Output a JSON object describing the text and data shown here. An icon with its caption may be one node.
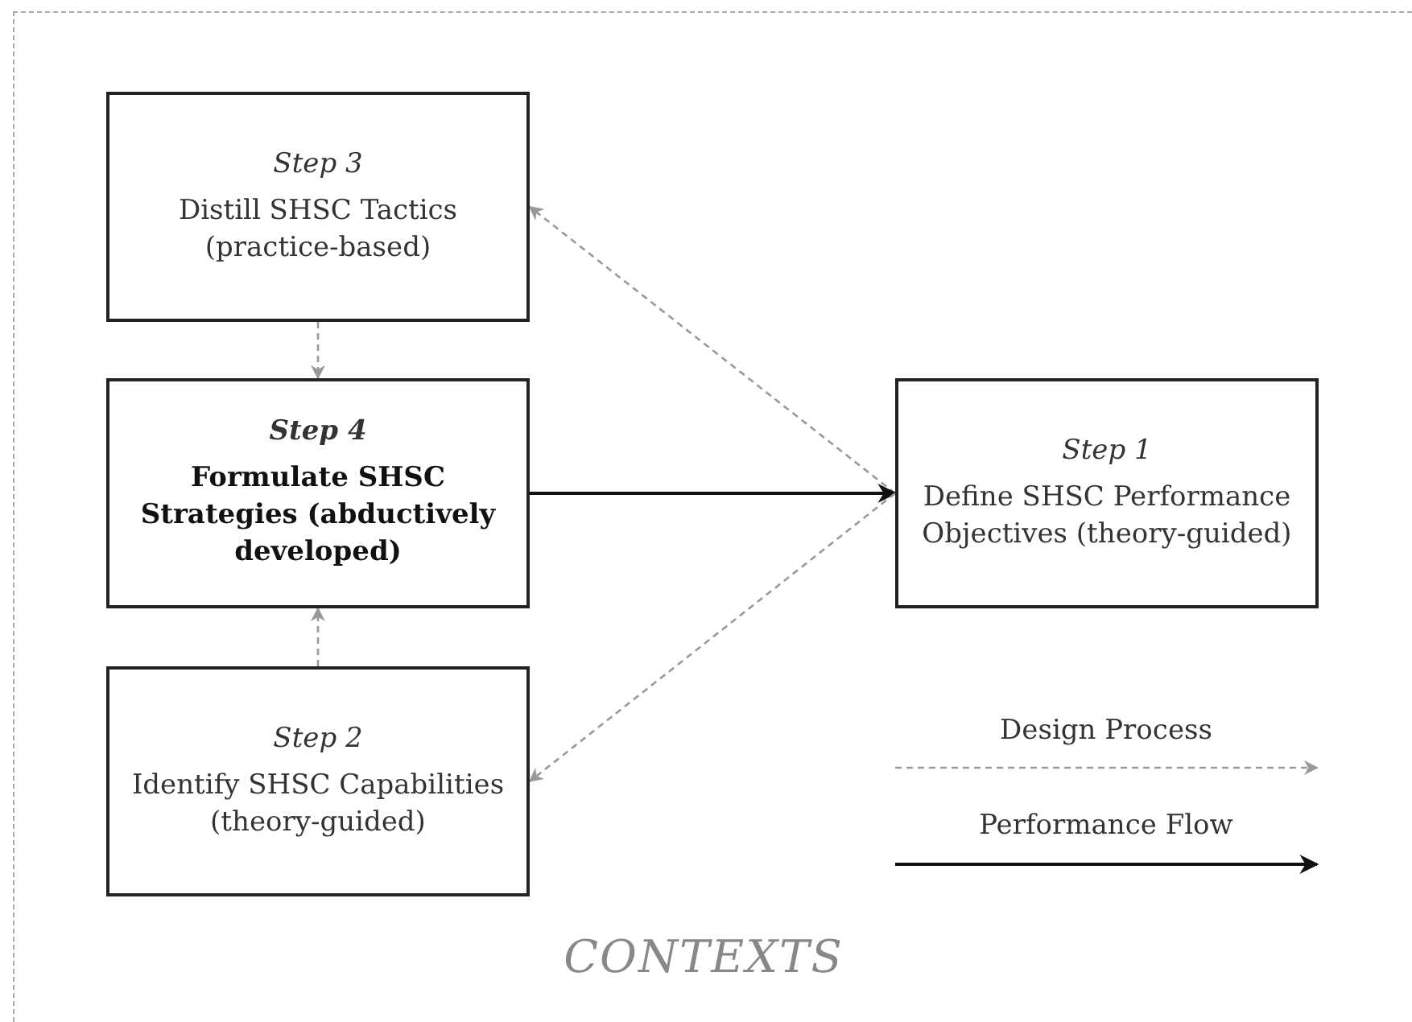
{
  "diagram": {
    "nodes": [
      {
        "text": [
          "CONTEXTS"
        ]
      },
      {
        "text": [
          "Step 3",
          "Distill SHSC Tactics (practice-based)"
        ],
        "in": 0
      },
      {
        "text": [
          "Step 4",
          "Formulate SHSC Strategies (abductively developed)"
        ],
        "in": 0
      },
      {
        "text": [
          "Step 1",
          "Define SHSC Performance Objectives (theory-guided)"
        ],
        "in": 0
      },
      {
        "text": [
          "Step 2",
          "Identify SHSC Capabilities (theory-guided)"
        ],
        "in": 0
      }
    ],
    "edges": [
      {
        "from": 3,
        "to": 1,
        "arrow": "to",
        "style": "dashed"
      },
      {
        "from": 1,
        "to": 2,
        "arrow": "to",
        "style": "dashed"
      },
      {
        "from": 4,
        "to": 2,
        "arrow": "to",
        "style": "dashed"
      },
      {
        "from": 2,
        "to": 3,
        "arrow": "to",
        "color": "#111111"
      },
      {
        "from": 3,
        "to": 4,
        "arrow": "to",
        "style": "dashed"
      }
    ],
    "legend": [
      {
        "text": "Design Process"
      },
      {
        "text": "Performance Flow"
      }
    ]
  }
}
